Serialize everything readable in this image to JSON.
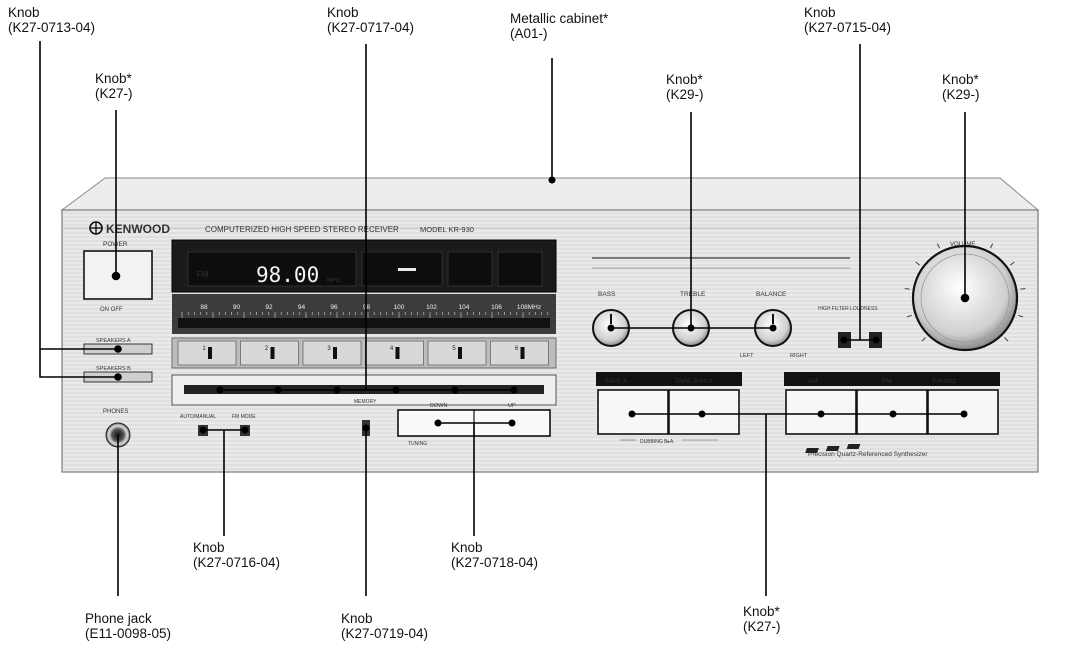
{
  "panel": {
    "brand": "KENWOOD",
    "headline": "COMPUTERIZED HIGH SPEED STEREO RECEIVER",
    "model": "MODEL KR-930",
    "power_label": "POWER",
    "power_state": "ON  OFF",
    "speakers_a": "SPEAKERS A",
    "speakers_b": "SPEAKERS B",
    "phones": "PHONES",
    "display_band": "FM",
    "display_freq": "98.00",
    "display_unit": "MHz",
    "dial_scale": [
      "88",
      "90",
      "92",
      "94",
      "96",
      "98",
      "100",
      "102",
      "104",
      "106",
      "108MHz"
    ],
    "presets": [
      "1",
      "2",
      "3",
      "4",
      "5",
      "6"
    ],
    "auto_manual": "AUTO/MANUAL",
    "fm_mode": "FM MODE",
    "memory": "MEMORY",
    "tuning_down": "DOWN",
    "tuning_up": "UP",
    "tuning": "TUNING",
    "bass": "BASS",
    "treble": "TREBLE",
    "balance": "BALANCE",
    "left": "LEFT",
    "right": "RIGHT",
    "high_filter_loudness": "HIGH FILTER  LOUDNESS",
    "volume": "VOLUME",
    "tape_a": "TAPE A",
    "tape_b_aux": "TAPE B/AUX",
    "am": "AM",
    "fm": "FM",
    "phono": "PHONO",
    "dubbing": "DUBBING B▸A",
    "synth": "Precision Quartz-Referenced Synthesizer"
  },
  "callouts": [
    {
      "name": "Knob",
      "code": "(K27-0713-04)"
    },
    {
      "name": "Knob*",
      "code": "(K27-)"
    },
    {
      "name": "Knob",
      "code": "(K27-0717-04)"
    },
    {
      "name": "Metallic cabinet*",
      "code": "(A01-)"
    },
    {
      "name": "Knob*",
      "code": "(K29-)"
    },
    {
      "name": "Knob",
      "code": "(K27-0715-04)"
    },
    {
      "name": "Knob*",
      "code": "(K29-)"
    },
    {
      "name": "Knob",
      "code": "(K27-0716-04)"
    },
    {
      "name": "Knob",
      "code": "(K27-0718-04)"
    },
    {
      "name": "Phone jack",
      "code": "(E11-0098-05)"
    },
    {
      "name": "Knob",
      "code": "(K27-0719-04)"
    },
    {
      "name": "Knob*",
      "code": "(K27-)"
    }
  ]
}
